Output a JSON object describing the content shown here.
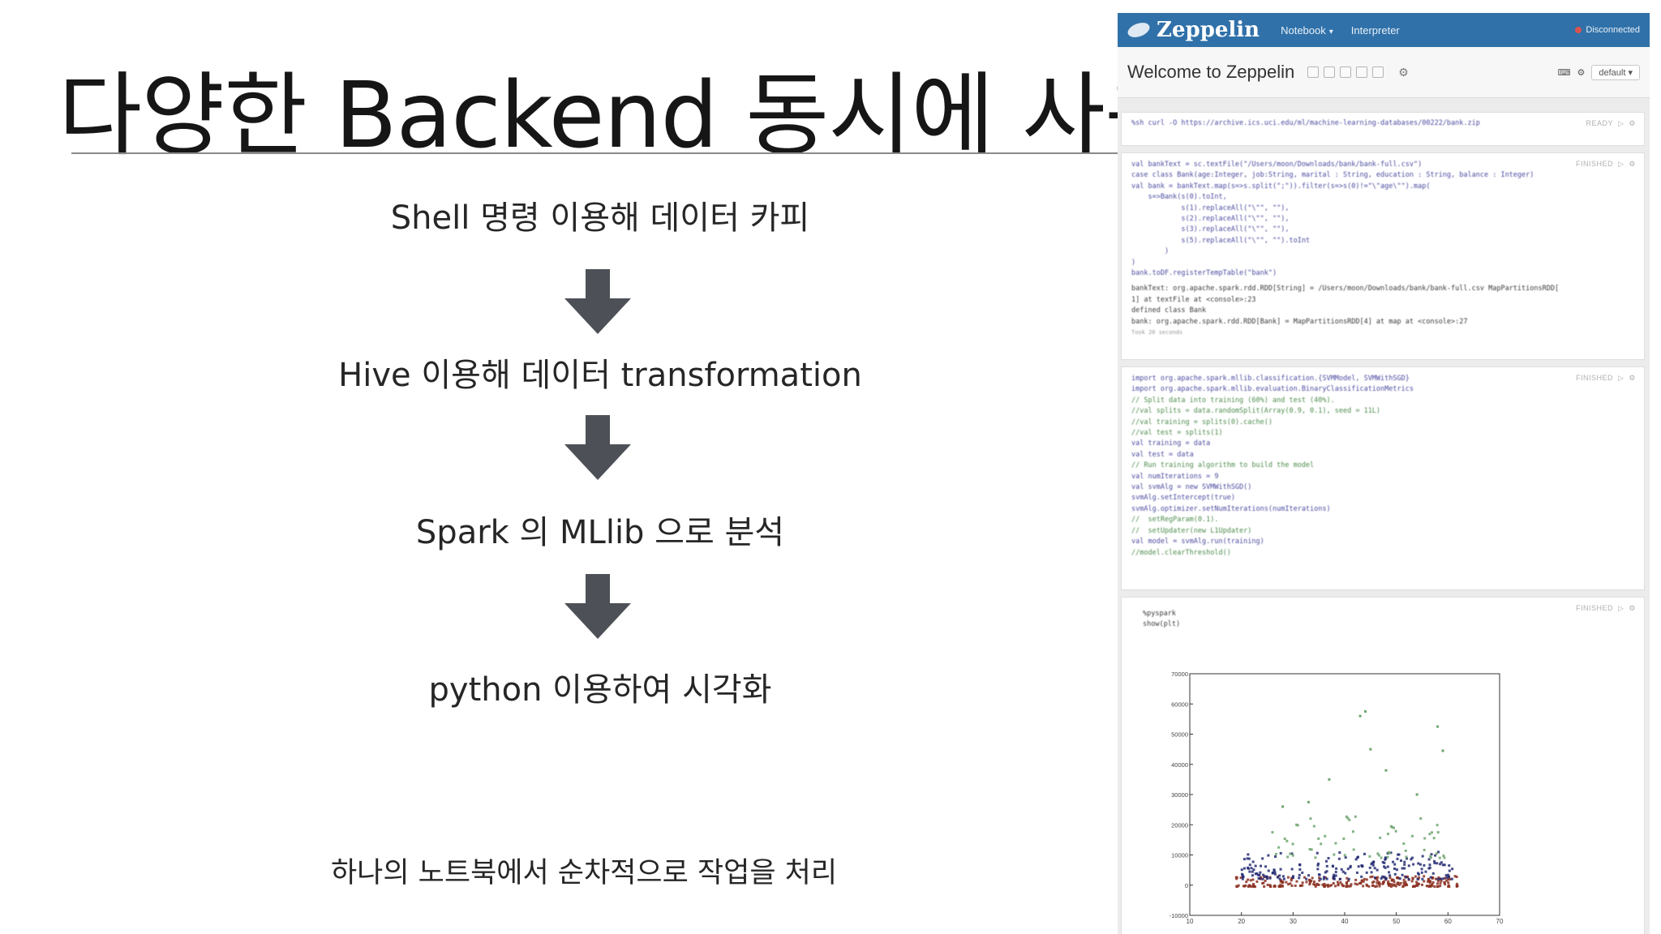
{
  "slide": {
    "title": "다양한 Backend 동시에 사용",
    "steps": [
      "Shell 명령 이용해 데이터 카피",
      "Hive 이용해 데이터 transformation",
      "Spark 의 MLlib 으로  분석",
      "python 이용하여 시각화"
    ],
    "footer": "하나의 노트북에서 순차적으로 작업을 처리",
    "arrow_icon": "down-arrow-icon",
    "arrow_color": "#4d5157"
  },
  "zeppelin": {
    "nav": {
      "brand": "Zeppelin",
      "menu": [
        "Notebook",
        "Interpreter"
      ],
      "status": "Disconnected",
      "color": "#3071a9"
    },
    "note": {
      "title": "Welcome to Zeppelin",
      "interpreter_select": "default"
    },
    "paragraphs": [
      {
        "status": "READY",
        "lines": [
          "%sh curl -O https://archive.ics.uci.edu/ml/machine-learning-databases/00222/bank.zip"
        ]
      },
      {
        "status": "FINISHED",
        "lines": [
          "val bankText = sc.textFile(\"/Users/moon/Downloads/bank/bank-full.csv\")",
          "case class Bank(age:Integer, job:String, marital : String, education : String, balance : Integer)",
          "val bank = bankText.map(s=>s.split(\";\")).filter(s=>s(0)!=\"\\\"age\\\"\").map(",
          "    s=>Bank(s(0).toInt,",
          "            s(1).replaceAll(\"\\\"\", \"\"),",
          "            s(2).replaceAll(\"\\\"\", \"\"),",
          "            s(3).replaceAll(\"\\\"\", \"\"),",
          "            s(5).replaceAll(\"\\\"\", \"\").toInt",
          "        )",
          ")",
          "bank.toDF.registerTempTable(\"bank\")"
        ],
        "output": [
          "bankText: org.apache.spark.rdd.RDD[String] = /Users/moon/Downloads/bank/bank-full.csv MapPartitionsRDD[",
          "1] at textFile at <console>:23",
          "defined class Bank",
          "bank: org.apache.spark.rdd.RDD[Bank] = MapPartitionsRDD[4] at map at <console>:27"
        ],
        "took": "Took 20 seconds"
      },
      {
        "status": "FINISHED",
        "lines": [
          "import org.apache.spark.mllib.classification.{SVMModel, SVMWithSGD}",
          "import org.apache.spark.mllib.evaluation.BinaryClassificationMetrics",
          "// Split data into training (60%) and test (40%).",
          "//val splits = data.randomSplit(Array(0.9, 0.1), seed = 11L)",
          "//val training = splits(0).cache()",
          "//val test = splits(1)",
          "val training = data",
          "val test = data",
          "",
          "// Run training algorithm to build the model",
          "val numIterations = 9",
          "val svmAlg = new SVMWithSGD()",
          "svmAlg.setIntercept(true)",
          "svmAlg.optimizer.setNumIterations(numIterations)",
          "//  setRegParam(0.1).",
          "//  setUpdater(new L1Updater)",
          "",
          "val model = svmAlg.run(training)",
          "//model.clearThreshold()"
        ]
      },
      {
        "status": "FINISHED",
        "lines": [
          "%pyspark",
          "show(plt)"
        ]
      }
    ]
  },
  "chart_data": {
    "type": "scatter",
    "xlim": [
      10,
      70
    ],
    "ylim": [
      -10000,
      70000
    ],
    "x_ticks": [
      "10",
      "20",
      "30",
      "40",
      "50",
      "60",
      "70"
    ],
    "y_ticks": [
      "-10000",
      "0",
      "10000",
      "20000",
      "30000",
      "40000",
      "50000",
      "60000",
      "70000"
    ],
    "series": [
      {
        "color": "#8b2f20",
        "x_range": [
          19,
          62
        ],
        "y_range": [
          -500,
          3000
        ],
        "count": 260
      },
      {
        "color": "#232a72",
        "x_range": [
          20,
          61
        ],
        "y_range": [
          2000,
          11000
        ],
        "count": 200
      },
      {
        "color": "#6ea56e",
        "x_range": [
          26,
          61
        ],
        "y_range": [
          9000,
          23000
        ],
        "count": 60
      }
    ],
    "outliers": [
      {
        "x": 43,
        "y": 56000
      },
      {
        "x": 44,
        "y": 57500
      },
      {
        "x": 58,
        "y": 52500
      },
      {
        "x": 45,
        "y": 45000
      },
      {
        "x": 59,
        "y": 44500
      },
      {
        "x": 37,
        "y": 35000
      },
      {
        "x": 54,
        "y": 30000
      },
      {
        "x": 48,
        "y": 38000
      },
      {
        "x": 28,
        "y": 26000
      },
      {
        "x": 33,
        "y": 27500
      }
    ]
  }
}
